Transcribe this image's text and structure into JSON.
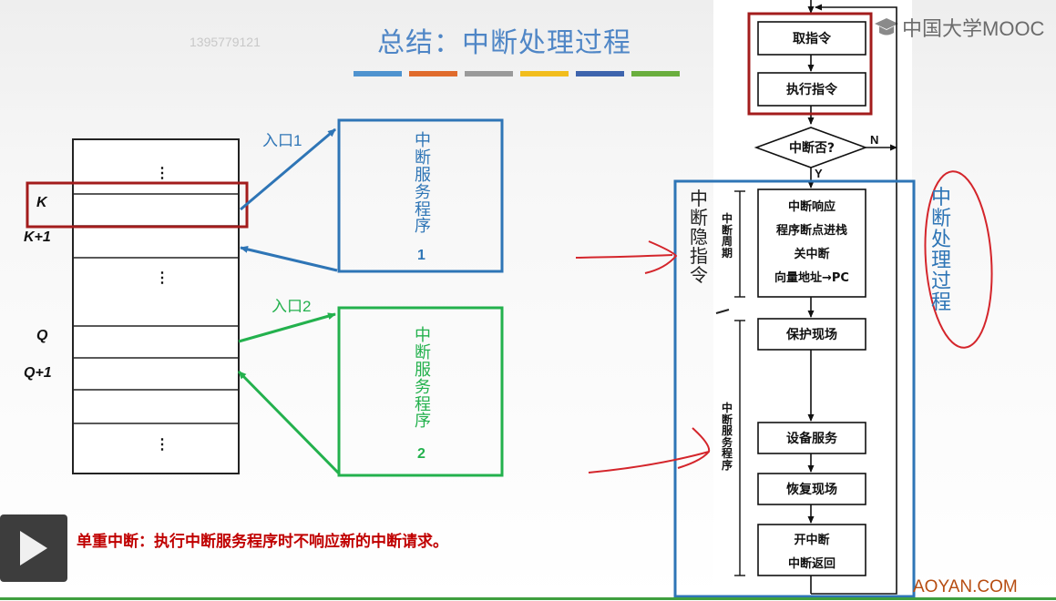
{
  "watermark": "1395779121",
  "title": "总结：中断处理过程",
  "brand": "中国大学MOOC",
  "brand_footer": "AOYAN.COM",
  "stripe_colors": [
    "#4f93cf",
    "#e06b2c",
    "#9a9a9a",
    "#f2bd1d",
    "#3e64ad",
    "#6aae3e"
  ],
  "memory": {
    "dots": "⋮",
    "labels": {
      "k": "K",
      "k1": "K+1",
      "q": "Q",
      "q1": "Q+1"
    }
  },
  "isr1": {
    "entry": "入口1",
    "text": "中断服务程序",
    "num": "1",
    "color": "#2e75b6"
  },
  "isr2": {
    "entry": "入口2",
    "text": "中断服务程序",
    "num": "2",
    "color": "#23b14d"
  },
  "flow": {
    "fetch": "取指令",
    "execute": "执行指令",
    "check": "中断否?",
    "no": "N",
    "yes": "Y",
    "response": [
      "中断响应",
      "程序断点进栈",
      "关中断",
      "向量地址→PC"
    ],
    "save": "保护现场",
    "service": "设备服务",
    "restore": "恢复现场",
    "end": [
      "开中断",
      "中断返回"
    ],
    "period_label": "中断周期",
    "isr_label": "中断服务程序"
  },
  "annotations": {
    "hidden_instruction": "中断隐指令",
    "process": "中断处理过程"
  },
  "note": "单重中断：执行中断服务程序时不响应新的中断请求。",
  "colors": {
    "red": "#a31c1c",
    "blue": "#2e75b6",
    "green": "#23b14d",
    "pen_red": "#d4252b"
  }
}
